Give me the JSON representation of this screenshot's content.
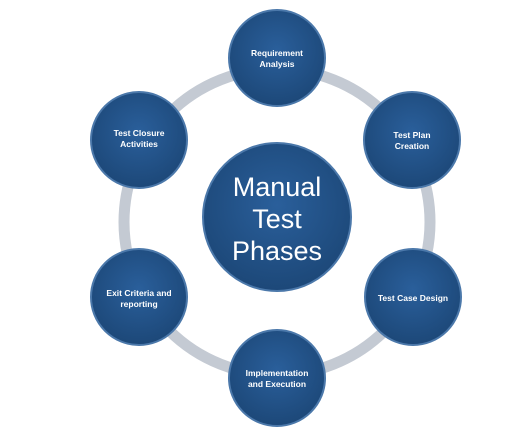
{
  "diagram": {
    "center": {
      "lines": [
        "Manual",
        "Test",
        "Phases"
      ]
    },
    "phases": [
      {
        "lines": [
          "Requirement",
          "Analysis"
        ]
      },
      {
        "lines": [
          "Test Plan",
          "Creation"
        ]
      },
      {
        "lines": [
          "Test Case Design"
        ]
      },
      {
        "lines": [
          "Implementation",
          "and Execution"
        ]
      },
      {
        "lines": [
          "Exit Criteria and",
          "reporting"
        ]
      },
      {
        "lines": [
          "Test Closure",
          "Activities"
        ]
      }
    ],
    "colors": {
      "node_fill": "#1f4e84",
      "node_stroke": "#4b78aa",
      "ring": "#c4cad3",
      "text": "#ffffff"
    }
  }
}
